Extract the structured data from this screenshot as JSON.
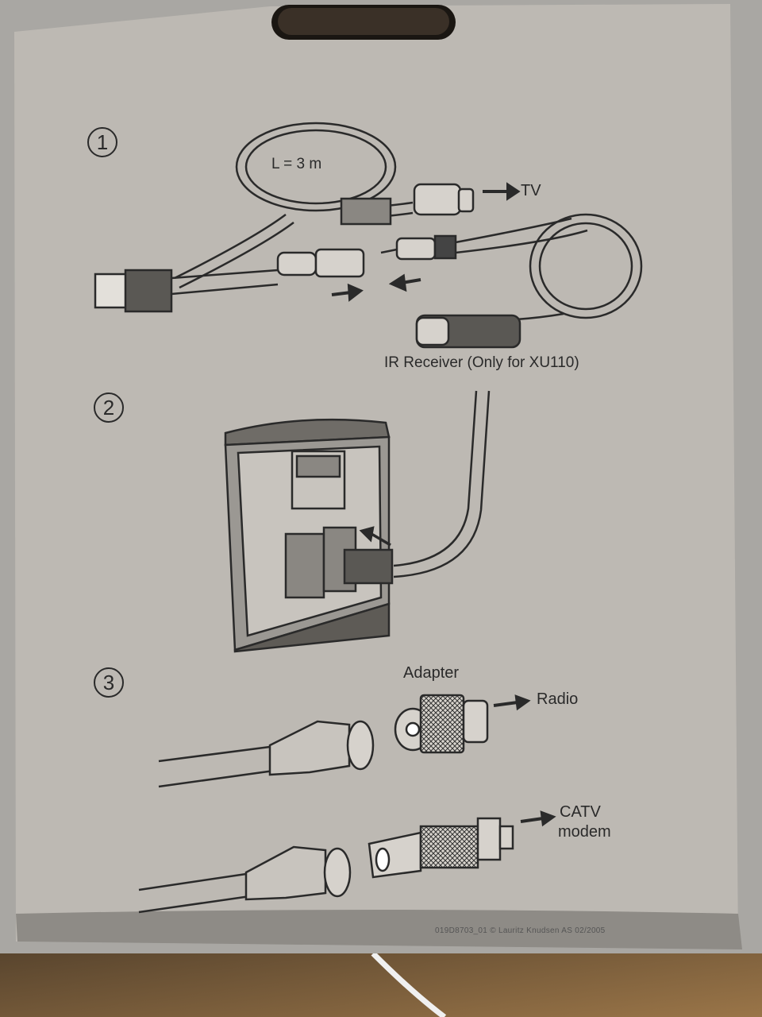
{
  "steps": [
    {
      "number": "1",
      "labels": {
        "length": "L = 3 m",
        "tv": "TV",
        "ir": "IR Receiver (Only for XU110)"
      }
    },
    {
      "number": "2"
    },
    {
      "number": "3",
      "labels": {
        "adapter": "Adapter",
        "radio": "Radio",
        "catv_line1": "CATV",
        "catv_line2": "modem"
      }
    }
  ],
  "footer": "019D8703_01 © Lauritz Knudsen AS  02/2005",
  "colors": {
    "card": "#bdb9b3",
    "ink": "#2a2a2a",
    "table": "#7a5a34"
  }
}
